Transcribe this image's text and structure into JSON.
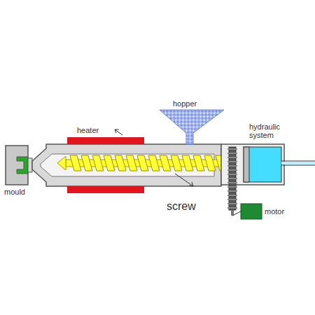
{
  "diagram": {
    "labels": [
      "heater",
      "hopper",
      "hydraulic system",
      "screw",
      "mould",
      "motor"
    ]
  }
}
